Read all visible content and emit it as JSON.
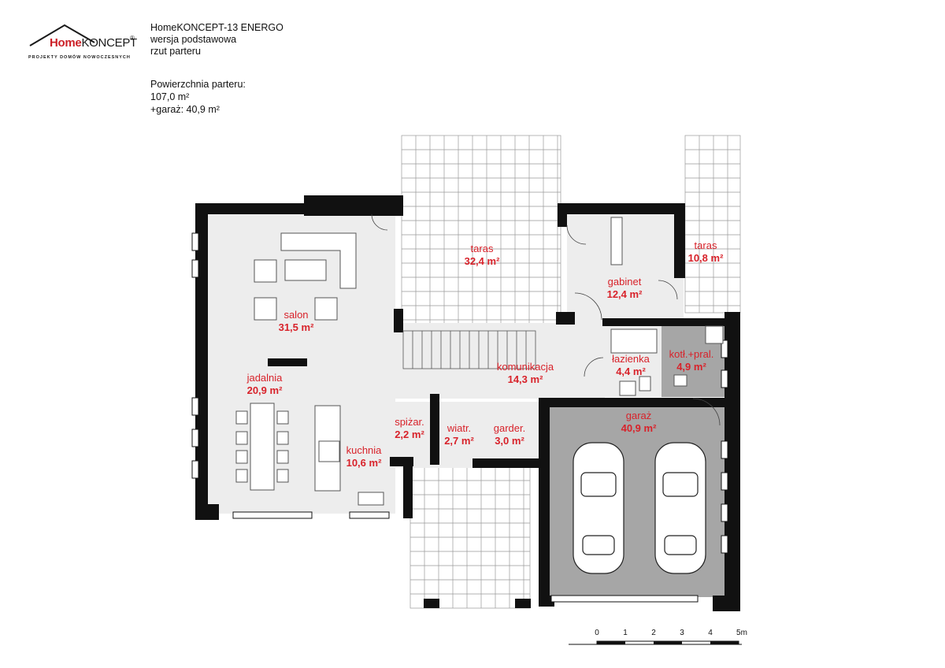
{
  "logo": {
    "brand_home": "Home",
    "brand_koncept": "KONCEPT",
    "registered": "®",
    "tagline": "PROJEKTY DOMÓW NOWOCZESNYCH",
    "brand_color": "#cc2128"
  },
  "header": {
    "title": "HomeKONCEPT-13 ENERGO",
    "version": "wersja podstawowa",
    "view": "rzut parteru"
  },
  "summary": {
    "label": "Powierzchnia parteru:",
    "ground_area": "107,0 m²",
    "garage_area": "+garaż: 40,9 m²"
  },
  "rooms": [
    {
      "label": "taras",
      "area": "32,4 m²"
    },
    {
      "label": "gabinet",
      "area": "12,4 m²"
    },
    {
      "label": "taras",
      "area": "10,8 m²"
    },
    {
      "label": "salon",
      "area": "31,5 m²"
    },
    {
      "label": "łazienka",
      "area": "4,4 m²"
    },
    {
      "label": "kotł.+pral.",
      "area": "4,9 m²"
    },
    {
      "label": "komunikacja",
      "area": "14,3 m²"
    },
    {
      "label": "jadalnia",
      "area": "20,9 m²"
    },
    {
      "label": "garaż",
      "area": "40,9 m²"
    },
    {
      "label": "spiżar.",
      "area": "2,2 m²"
    },
    {
      "label": "wiatr.",
      "area": "2,7 m²"
    },
    {
      "label": "garder.",
      "area": "3,0 m²"
    },
    {
      "label": "kuchnia",
      "area": "10,6 m²"
    }
  ],
  "scale": {
    "ticks": [
      "0",
      "1",
      "2",
      "3",
      "4",
      "5m"
    ]
  },
  "colors": {
    "wall": "#111111",
    "room_fill": "#ededed",
    "garage_fill": "#a6a6a6",
    "label": "#d8222a"
  }
}
